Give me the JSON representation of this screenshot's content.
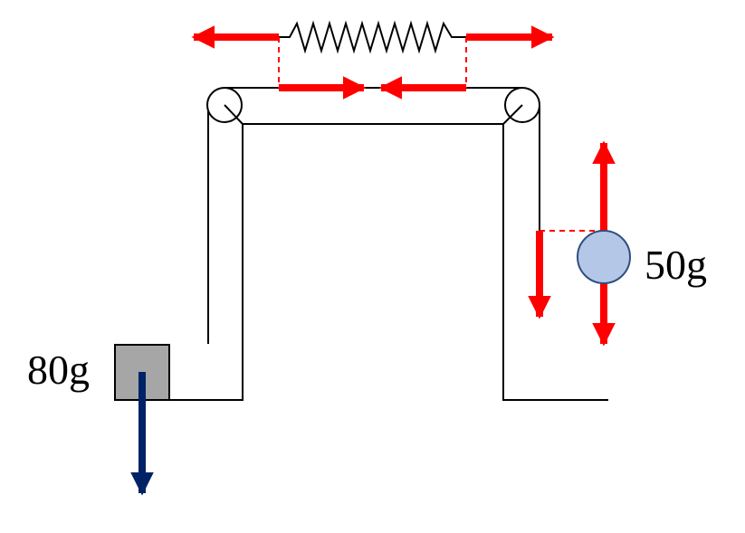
{
  "labels": {
    "left_mass": "80g",
    "right_mass": "50g"
  },
  "colors": {
    "force_arrow": "#ff0000",
    "gravity_arrow": "#002266",
    "block_fill": "#a6a6a6",
    "ball_fill": "#b4c7e7",
    "ball_stroke": "#2f4f7f",
    "structure_stroke": "#000000"
  },
  "icons": {
    "left_pulley": "pulley",
    "right_pulley": "pulley",
    "spring": "spring"
  }
}
